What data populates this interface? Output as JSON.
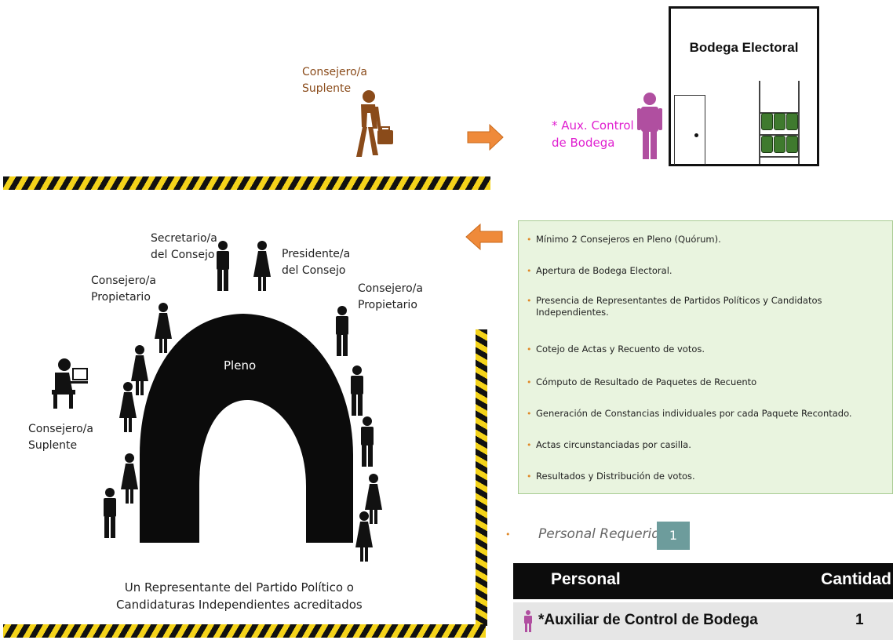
{
  "top": {
    "suplente_label_1": "Consejero/a",
    "suplente_label_2": "Suplente",
    "aux_label_1": "* Aux. Control",
    "aux_label_2": "de Bodega",
    "bodega_title": "Bodega Electoral"
  },
  "pleno": {
    "center_label": "Pleno",
    "secretario_1": "Secretario/a",
    "secretario_2": "del Consejo",
    "presidente_1": "Presidente/a",
    "presidente_2": "del Consejo",
    "propietario_left_1": "Consejero/a",
    "propietario_left_2": "Propietario",
    "propietario_right_1": "Consejero/a",
    "propietario_right_2": "Propietario",
    "suplente_1": "Consejero/a",
    "suplente_2": "Suplente",
    "caption_1": "Un Representante del Partido Político o",
    "caption_2": "Candidaturas Independientes acreditados"
  },
  "info_items": [
    "Mínimo 2 Consejeros en Pleno (Quórum).",
    "Apertura de Bodega Electoral.",
    "Presencia de Representantes de Partidos Políticos y Candidatos Independientes.",
    "Cotejo de Actas y Recuento de votos.",
    "Cómputo de Resultado de Paquetes de Recuento",
    "Generación de Constancias individuales por cada Paquete Recontado.",
    "Actas circunstanciadas por casilla.",
    "Resultados y Distribución de votos."
  ],
  "requerido": {
    "label": "Personal Requerido:",
    "value": "1"
  },
  "table": {
    "header_personal": "Personal",
    "header_cantidad": "Cantidad",
    "row_personal": "*Auxiliar de Control de Bodega",
    "row_cantidad": "1"
  },
  "colors": {
    "arrow": "#ef8a3a",
    "brown_person": "#8a4b1a",
    "magenta_person": "#b04fa0",
    "info_bg": "#e9f4df",
    "hazard_yellow": "#f4d31a"
  }
}
